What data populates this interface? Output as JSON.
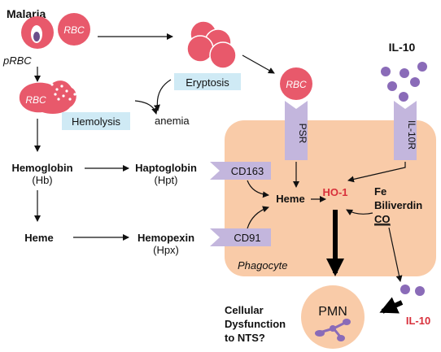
{
  "title": "Malaria",
  "labels": {
    "prbc": "pRBC",
    "rbc": "RBC",
    "eryptosis": "Eryptosis",
    "hemolysis": "Hemolysis",
    "anemia": "anemia",
    "hemoglobin": "Hemoglobin",
    "hb": "(Hb)",
    "haptoglobin": "Haptoglobin",
    "hpt": "(Hpt)",
    "heme_left": "Heme",
    "hemopexin": "Hemopexin",
    "hpx": "(Hpx)",
    "cd163": "CD163",
    "cd91": "CD91",
    "psr": "PSR",
    "il10": "IL-10",
    "il10r": "IL-10R",
    "heme_center": "Heme",
    "ho1": "HO-1",
    "fe": "Fe",
    "biliverdin": "Biliverdin",
    "co": "CO",
    "phagocyte": "Phagocyte",
    "pmn": "PMN",
    "il10_bottom": "IL-10",
    "dysfunction_1": "Cellular",
    "dysfunction_2": "Dysfunction",
    "dysfunction_3": "to NTS?"
  },
  "colors": {
    "rbc": "#e8596b",
    "phagocyte": "#f9cba8",
    "receptor": "#c3b6dd",
    "il10_dot": "#8a6bb8",
    "process_box": "#cfeaf5",
    "highlight_red": "#d8303b"
  }
}
